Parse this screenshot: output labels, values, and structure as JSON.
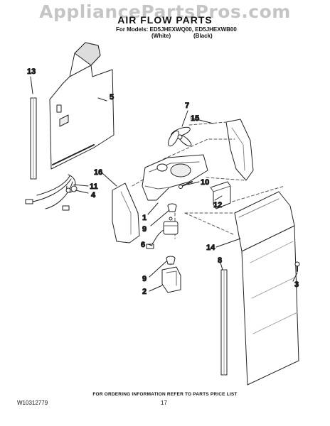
{
  "watermark": "AppliancePartsPros.com",
  "header": {
    "title": "AIR FLOW PARTS",
    "models_line": "For Models: ED5JHEXWQ00, ED5JHEXWB00",
    "variant_white": "(White)",
    "variant_black": "(Black)"
  },
  "callouts": {
    "c13": "13",
    "c5": "5",
    "c7": "7",
    "c15": "15",
    "c16": "16",
    "c11": "11",
    "c4": "4",
    "c10": "10",
    "c12": "12",
    "c1": "1",
    "c9a": "9",
    "c6": "6",
    "c14": "14",
    "c8": "8",
    "c9b": "9",
    "c3": "3",
    "c2": "2"
  },
  "footer": {
    "ordering_note": "FOR ORDERING INFORMATION REFER TO PARTS PRICE LIST",
    "doc_number": "W10312779",
    "page_number": "17"
  }
}
